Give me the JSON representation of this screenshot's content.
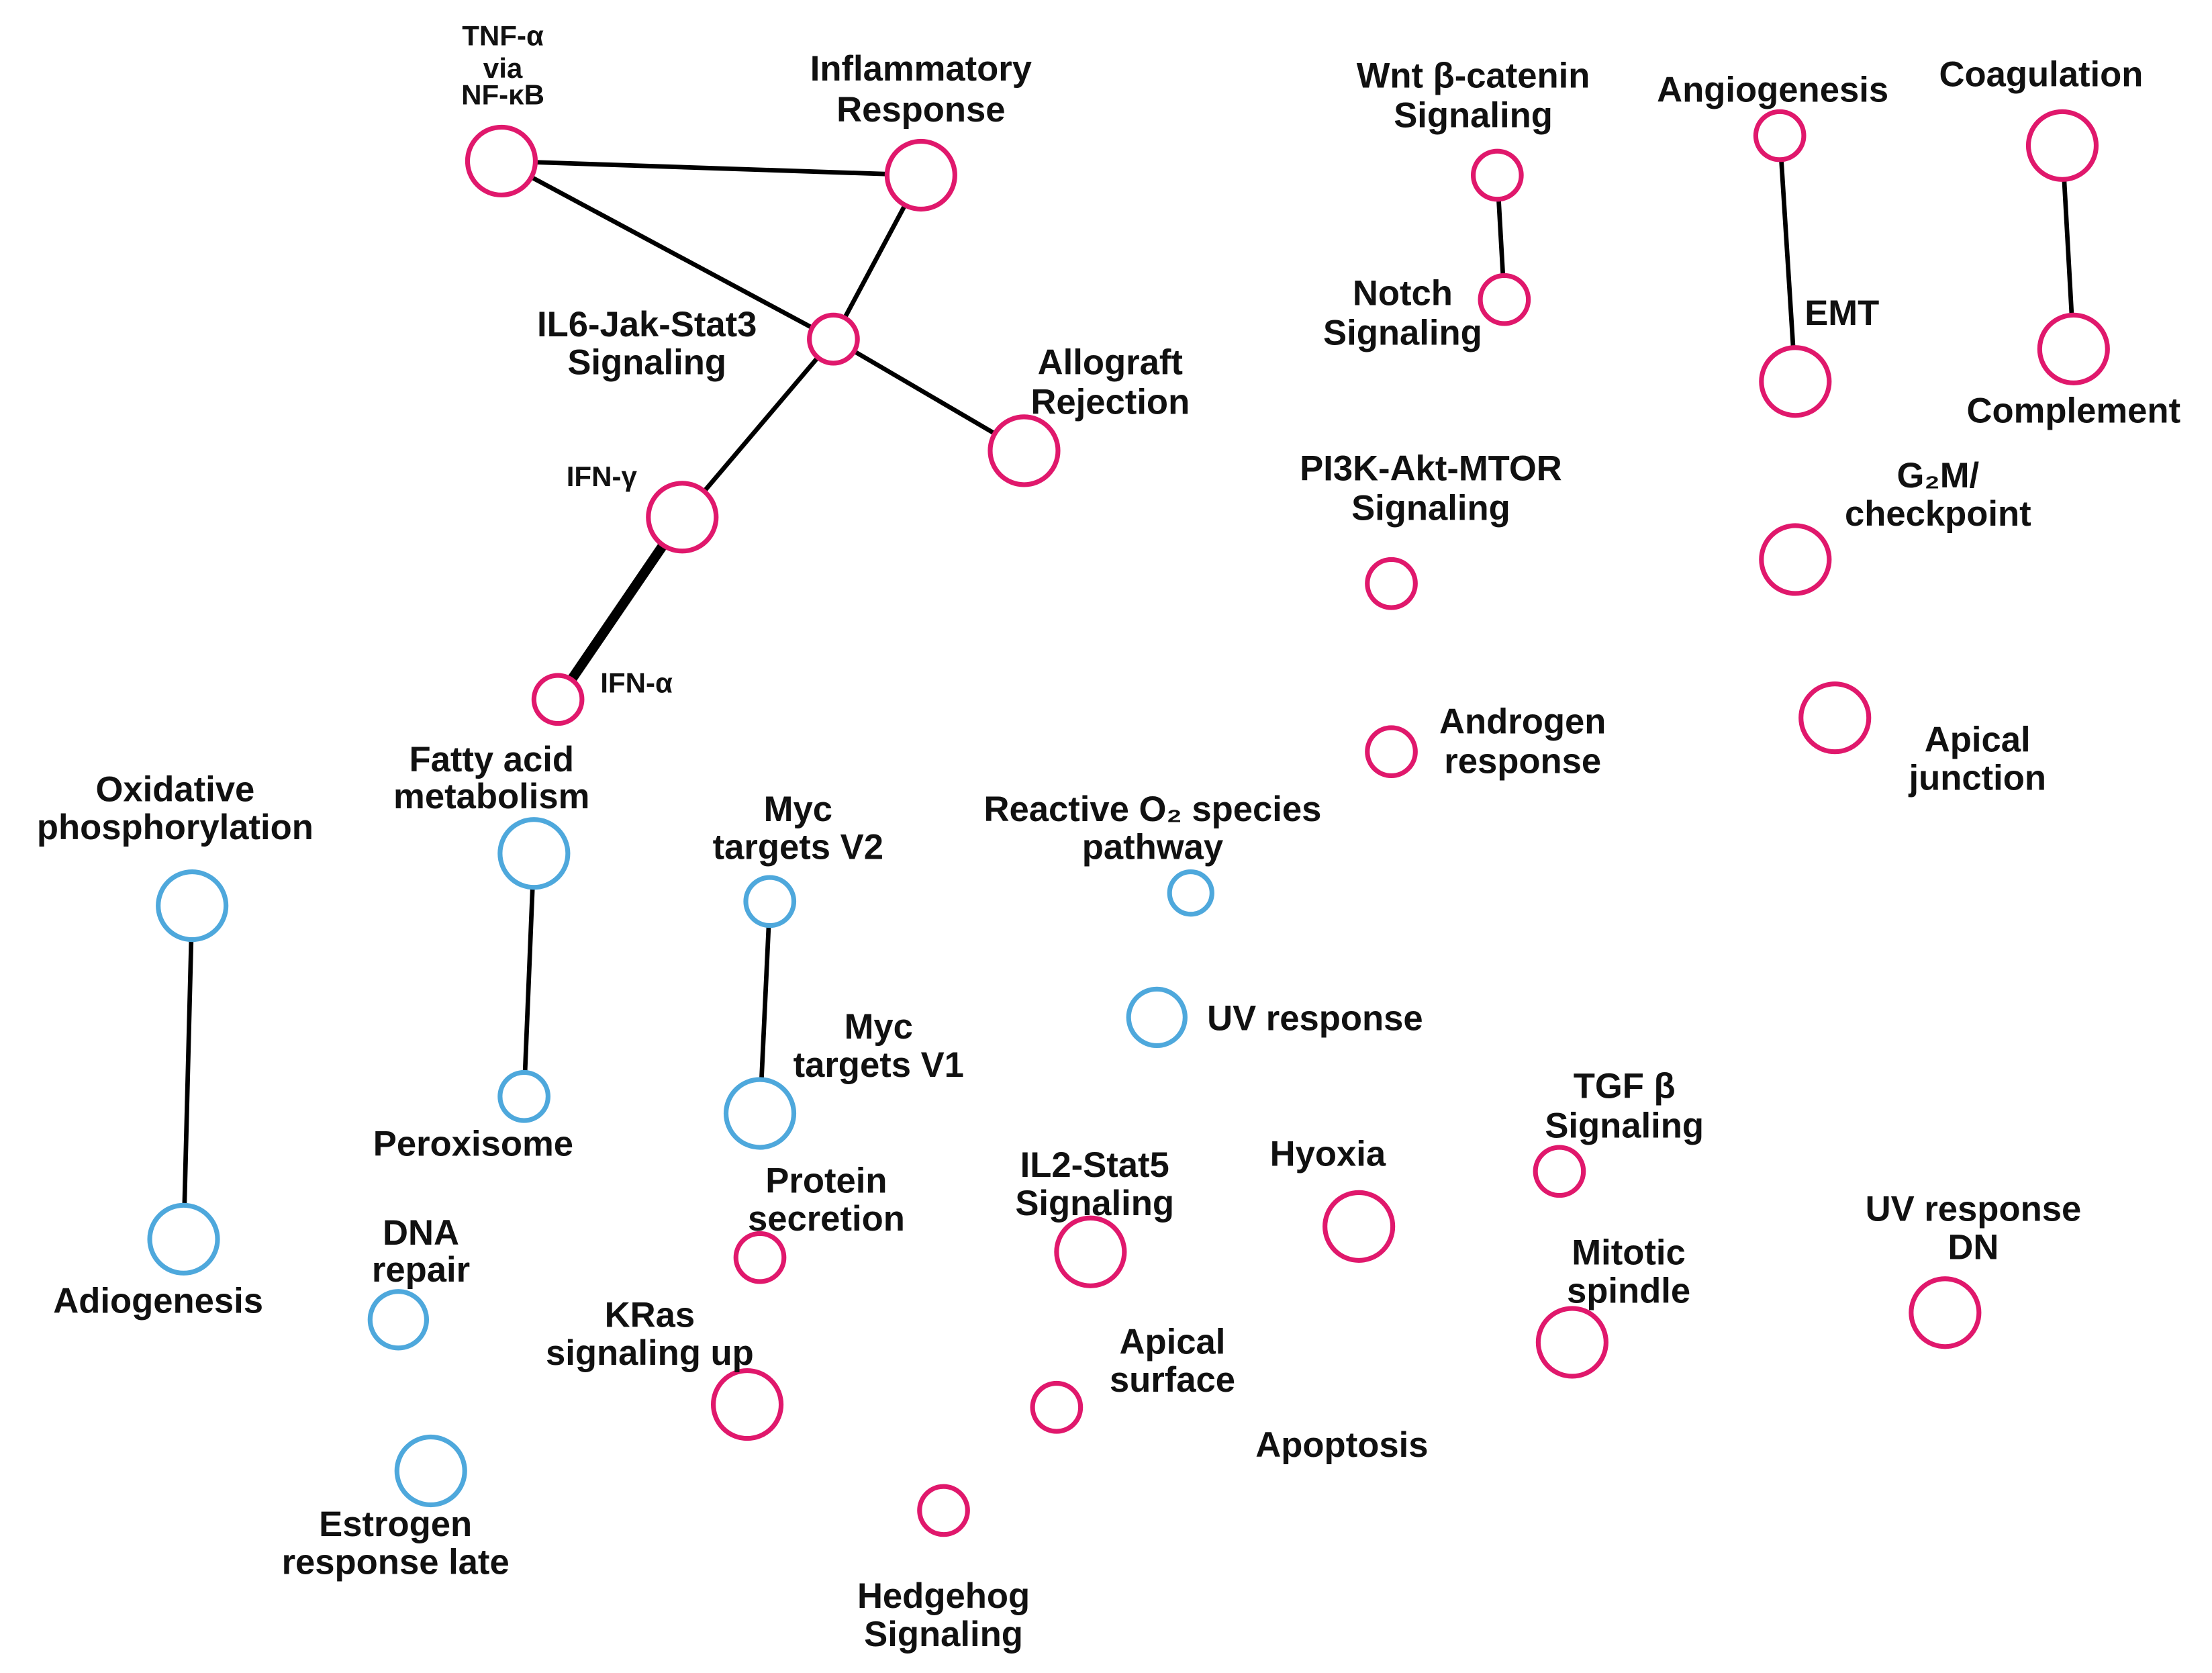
{
  "colors": {
    "up": "#e0186c",
    "down": "#4ea8dc",
    "edge": "#000000"
  },
  "nodes": [
    {
      "id": "tnfa",
      "group": "up",
      "label": [
        "TNF-α",
        "via",
        "NF-κB"
      ]
    },
    {
      "id": "inflammatory",
      "group": "up",
      "label": [
        "Inflammatory",
        "Response"
      ]
    },
    {
      "id": "il6",
      "group": "up",
      "label": [
        "IL6-Jak-Stat3",
        "Signaling"
      ]
    },
    {
      "id": "allograft",
      "group": "up",
      "label": [
        "Allograft",
        "Rejection"
      ]
    },
    {
      "id": "ifng",
      "group": "up",
      "label": [
        "IFN-γ"
      ]
    },
    {
      "id": "ifna",
      "group": "up",
      "label": [
        "IFN-α"
      ]
    },
    {
      "id": "wnt",
      "group": "up",
      "label": [
        "Wnt β-catenin",
        "Signaling"
      ]
    },
    {
      "id": "notch",
      "group": "up",
      "label": [
        "Notch",
        "Signaling"
      ]
    },
    {
      "id": "angiogenesis",
      "group": "up",
      "label": [
        "Angiogenesis"
      ]
    },
    {
      "id": "emt",
      "group": "up",
      "label": [
        "EMT"
      ]
    },
    {
      "id": "coagulation",
      "group": "up",
      "label": [
        "Coagulation"
      ]
    },
    {
      "id": "complement",
      "group": "up",
      "label": [
        "Complement"
      ]
    },
    {
      "id": "pi3k",
      "group": "up",
      "label": [
        "PI3K-Akt-MTOR",
        "Signaling"
      ]
    },
    {
      "id": "g2m",
      "group": "up",
      "label": [
        "G₂M/",
        "checkpoint"
      ]
    },
    {
      "id": "androgen",
      "group": "up",
      "label": [
        "Androgen",
        "response"
      ]
    },
    {
      "id": "apical_junction",
      "group": "up",
      "label": [
        "Apical",
        "junction"
      ]
    },
    {
      "id": "fatty_acid",
      "group": "down",
      "label": [
        "Fatty acid",
        "metabolism"
      ]
    },
    {
      "id": "peroxisome",
      "group": "down",
      "label": [
        "Peroxisome"
      ]
    },
    {
      "id": "oxphos",
      "group": "down",
      "label": [
        "Oxidative",
        "phosphorylation"
      ]
    },
    {
      "id": "adiogenesis",
      "group": "down",
      "label": [
        "Adiogenesis"
      ]
    },
    {
      "id": "myc_v2",
      "group": "down",
      "label": [
        "Myc",
        "targets V2"
      ]
    },
    {
      "id": "myc_v1",
      "group": "down",
      "label": [
        "Myc",
        "targets V1"
      ]
    },
    {
      "id": "ros",
      "group": "down",
      "label": [
        "Reactive O₂ species",
        "pathway"
      ]
    },
    {
      "id": "uv_response",
      "group": "down",
      "label": [
        "UV response"
      ]
    },
    {
      "id": "dna_repair",
      "group": "down",
      "label": [
        "DNA",
        "repair"
      ]
    },
    {
      "id": "estrogen_late",
      "group": "down",
      "label": [
        "Estrogen",
        "response late"
      ]
    },
    {
      "id": "protein_secretion",
      "group": "up",
      "label": [
        "Protein",
        "secretion"
      ]
    },
    {
      "id": "il2",
      "group": "up",
      "label": [
        "IL2-Stat5",
        "Signaling"
      ]
    },
    {
      "id": "hypoxia",
      "group": "up",
      "label": [
        "Hyoxia"
      ]
    },
    {
      "id": "tgfb",
      "group": "up",
      "label": [
        "TGF β",
        "Signaling"
      ]
    },
    {
      "id": "uv_dn",
      "group": "up",
      "label": [
        "UV response",
        "DN"
      ]
    },
    {
      "id": "mitotic",
      "group": "up",
      "label": [
        "Mitotic",
        "spindle"
      ]
    },
    {
      "id": "kras",
      "group": "up",
      "label": [
        "KRas",
        "signaling up"
      ]
    },
    {
      "id": "apical_surface",
      "group": "up",
      "label": [
        "Apical",
        "surface"
      ]
    },
    {
      "id": "apoptosis",
      "group": "up",
      "label": [
        "Apoptosis"
      ]
    },
    {
      "id": "hedgehog",
      "group": "up",
      "label": [
        "Hedgehog",
        "Signaling"
      ]
    }
  ],
  "edges": [
    {
      "source": "tnfa",
      "target": "inflammatory"
    },
    {
      "source": "tnfa",
      "target": "il6"
    },
    {
      "source": "inflammatory",
      "target": "il6"
    },
    {
      "source": "il6",
      "target": "allograft"
    },
    {
      "source": "il6",
      "target": "ifng"
    },
    {
      "source": "ifng",
      "target": "ifna",
      "weight": "heavy"
    },
    {
      "source": "wnt",
      "target": "notch"
    },
    {
      "source": "angiogenesis",
      "target": "emt"
    },
    {
      "source": "coagulation",
      "target": "complement"
    },
    {
      "source": "fatty_acid",
      "target": "peroxisome"
    },
    {
      "source": "myc_v2",
      "target": "myc_v1"
    },
    {
      "source": "oxphos",
      "target": "adiogenesis"
    }
  ]
}
